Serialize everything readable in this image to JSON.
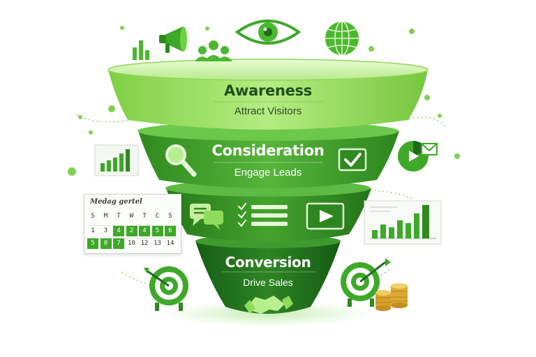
{
  "funnel": {
    "stages": [
      {
        "title": "Awareness",
        "subtitle": "Attract Visitors"
      },
      {
        "title": "Consideration",
        "subtitle": "Engage Leads"
      },
      {
        "title": "",
        "subtitle": ""
      },
      {
        "title": "Conversion",
        "subtitle": "Drive Sales"
      }
    ]
  },
  "calendar": {
    "title": "Medag gertel",
    "weekdays": [
      "S",
      "M",
      "T",
      "W",
      "T",
      "C",
      "S"
    ],
    "weeks": [
      [
        "1",
        "3",
        "4",
        "2",
        "4",
        "5",
        "6"
      ],
      [
        "5",
        "0",
        "7",
        "10",
        "12",
        "13",
        "14"
      ]
    ],
    "highlighted": [
      [
        2,
        3,
        4,
        5,
        6
      ],
      [
        0,
        1,
        2
      ]
    ]
  },
  "colors": {
    "light_green": "#8ed957",
    "mid_green": "#3f9e2a",
    "dark_green": "#1f6b1c",
    "accent": "#4cb830",
    "coin": "#e2b13a"
  },
  "icons": [
    "bar-chart-icon",
    "megaphone-icon",
    "people-icon",
    "eye-icon",
    "globe-icon",
    "magnifier-icon",
    "checkbox-icon",
    "pie-chart-icon",
    "chat-bubbles-icon",
    "checklist-icon",
    "video-play-icon",
    "target-icon",
    "handshake-icon",
    "coins-icon"
  ]
}
